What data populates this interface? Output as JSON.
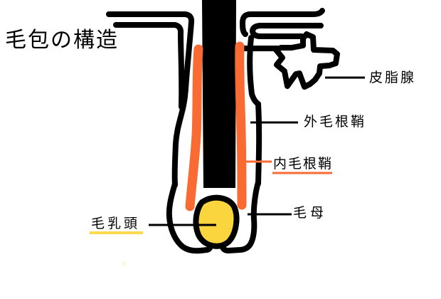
{
  "title": "毛包の構造",
  "diagram": {
    "description": "hand-drawn paint-style diagram of hair follicle structure",
    "labels": [
      {
        "id": "sebaceous-gland",
        "text": "皮脂腺",
        "underline": "none"
      },
      {
        "id": "outer-root-sheath",
        "text": "外毛根鞘",
        "underline": "none"
      },
      {
        "id": "inner-root-sheath",
        "text": "内毛根鞘",
        "underline": "orange"
      },
      {
        "id": "hair-matrix",
        "text": "毛母",
        "underline": "none"
      },
      {
        "id": "hair-papilla",
        "text": "毛乳頭",
        "underline": "yellow"
      }
    ],
    "colors": {
      "ink": "#000000",
      "inner_sheath_orange": "#FA6A33",
      "papilla_yellow": "#FBD53E",
      "underline_yellow": "#FFD94D",
      "background": "#FFFFFF"
    }
  }
}
